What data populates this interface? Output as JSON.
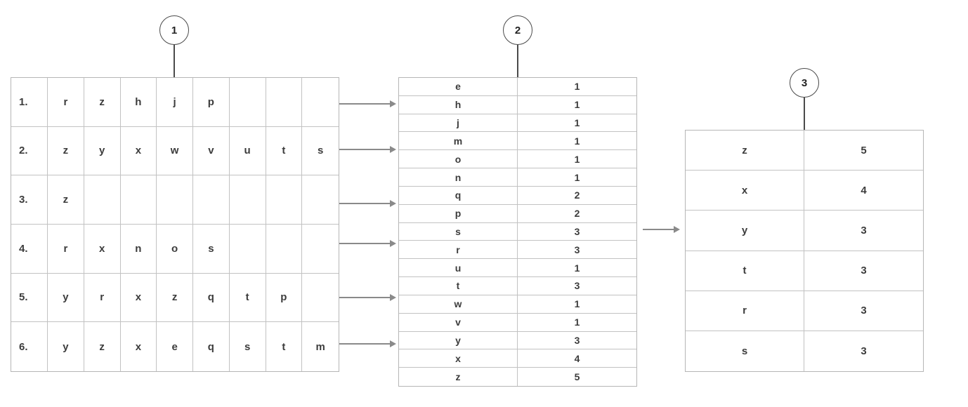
{
  "markers": {
    "m1": "1",
    "m2": "2",
    "m3": "3"
  },
  "table1": {
    "rows": [
      {
        "num": "1.",
        "letters": [
          "r",
          "z",
          "h",
          "j",
          "p",
          "",
          "",
          ""
        ]
      },
      {
        "num": "2.",
        "letters": [
          "z",
          "y",
          "x",
          "w",
          "v",
          "u",
          "t",
          "s"
        ]
      },
      {
        "num": "3.",
        "letters": [
          "z",
          "",
          "",
          "",
          "",
          "",
          "",
          ""
        ]
      },
      {
        "num": "4.",
        "letters": [
          "r",
          "x",
          "n",
          "o",
          "s",
          "",
          "",
          ""
        ]
      },
      {
        "num": "5.",
        "letters": [
          "y",
          "r",
          "x",
          "z",
          "q",
          "t",
          "p",
          ""
        ]
      },
      {
        "num": "6.",
        "letters": [
          "y",
          "z",
          "x",
          "e",
          "q",
          "s",
          "t",
          "m"
        ]
      }
    ]
  },
  "table2": {
    "rows": [
      [
        "e",
        "1"
      ],
      [
        "h",
        "1"
      ],
      [
        "j",
        "1"
      ],
      [
        "m",
        "1"
      ],
      [
        "o",
        "1"
      ],
      [
        "n",
        "1"
      ],
      [
        "q",
        "2"
      ],
      [
        "p",
        "2"
      ],
      [
        "s",
        "3"
      ],
      [
        "r",
        "3"
      ],
      [
        "u",
        "1"
      ],
      [
        "t",
        "3"
      ],
      [
        "w",
        "1"
      ],
      [
        "v",
        "1"
      ],
      [
        "y",
        "3"
      ],
      [
        "x",
        "4"
      ],
      [
        "z",
        "5"
      ]
    ]
  },
  "table3": {
    "rows": [
      [
        "z",
        "5"
      ],
      [
        "x",
        "4"
      ],
      [
        "y",
        "3"
      ],
      [
        "t",
        "3"
      ],
      [
        "r",
        "3"
      ],
      [
        "s",
        "3"
      ]
    ]
  }
}
